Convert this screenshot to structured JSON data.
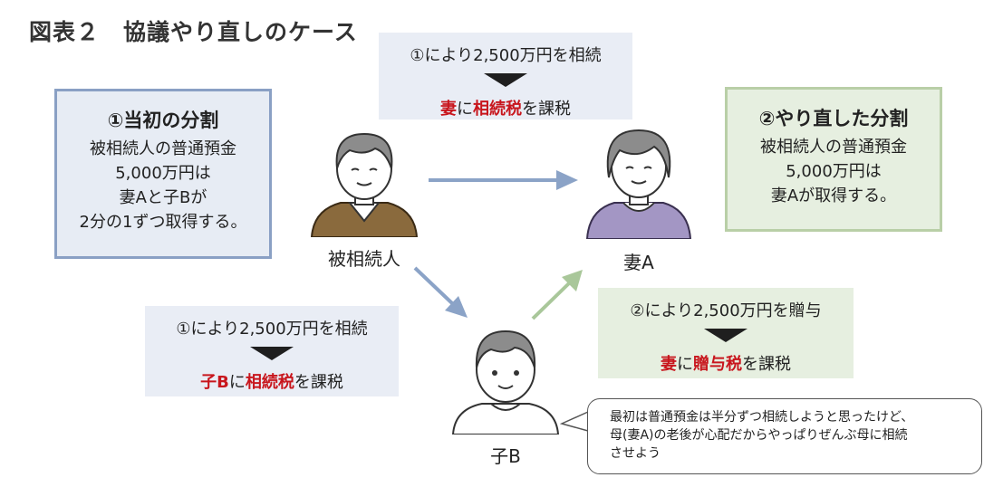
{
  "title": "図表２　協議やり直しのケース",
  "original_division": {
    "title": "①当初の分割",
    "lines": [
      "被相続人の普通預金",
      "5,000万円は",
      "妻Aと子Bが",
      "2分の1ずつ取得する。"
    ]
  },
  "redo_division": {
    "title": "②やり直した分割",
    "lines": [
      "被相続人の普通預金",
      "5,000万円は",
      "妻Aが取得する。"
    ]
  },
  "top_note": {
    "line1": "①により2,500万円を相続",
    "line2_parts": [
      "妻",
      "に",
      "相続税",
      "を課税"
    ]
  },
  "left_note": {
    "line1": "①により2,500万円を相続",
    "line2_parts": [
      "子B",
      "に",
      "相続税",
      "を課税"
    ]
  },
  "gift_note": {
    "line1": "②により2,500万円を贈与",
    "line2_parts": [
      "妻",
      "に",
      "贈与税",
      "を課税"
    ]
  },
  "people": {
    "decedent": "被相続人",
    "wife": "妻A",
    "child": "子B"
  },
  "speech": {
    "lines": [
      "最初は普通預金は半分ずつ相続しようと思ったけど、",
      "母(妻A)の老後が心配だからやっぱりぜんぶ母に相続",
      "させよう"
    ]
  },
  "colors": {
    "accent_red": "#c8161d",
    "blue_arrow": "#8ba3c7",
    "green_arrow": "#a9c79a"
  }
}
